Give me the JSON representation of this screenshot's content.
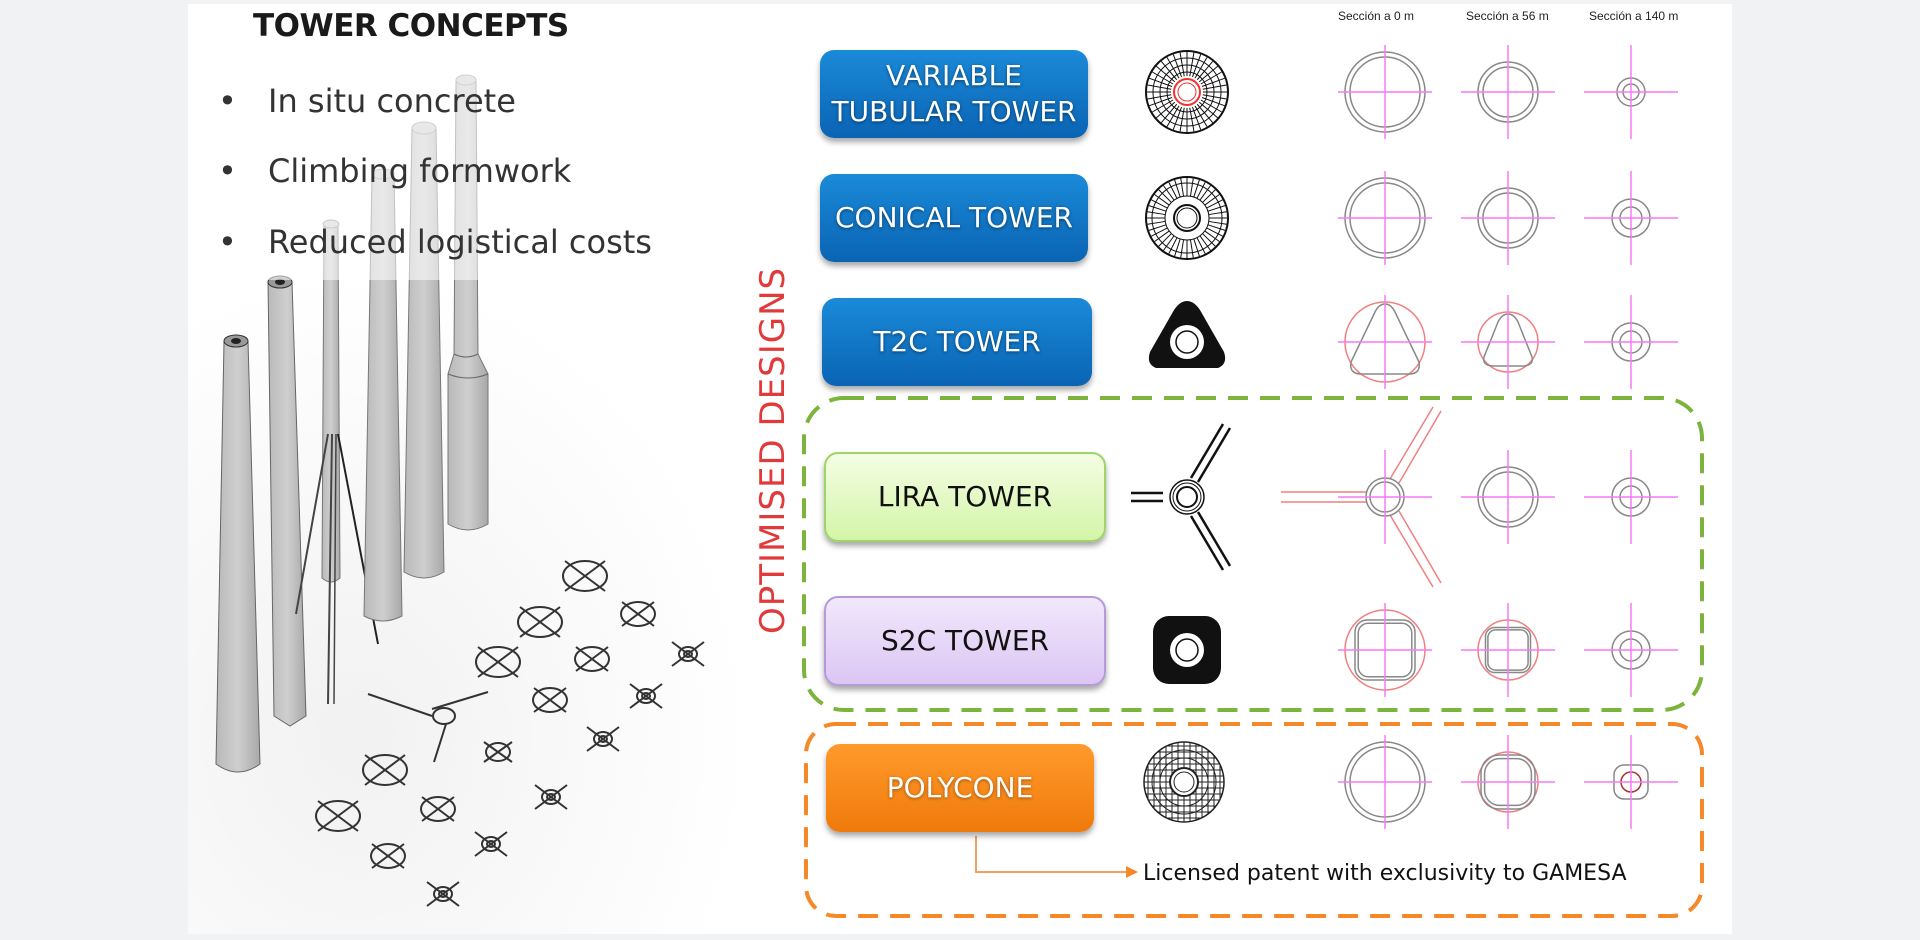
{
  "slide": {
    "title": "TOWER CONCEPTS",
    "bullets": [
      "In situ concrete",
      "Climbing formwork",
      "Reduced logistical costs"
    ],
    "section_headers": [
      "Sección a 0 m",
      "Sección a 56 m",
      "Sección a 140 m"
    ],
    "render_section_labels": [
      "Sección a 0 m.",
      "Sección a 56 m.",
      "Sección a 140 m."
    ],
    "group_label": "OPTIMISED DESIGNS",
    "towers": [
      {
        "label_line1": "VARIABLE",
        "label_line2": "TUBULAR TOWER",
        "style": "blue",
        "plan_icon": "radial-mesh-red-core-icon",
        "sections": [
          "circle",
          "circle",
          "circle-small"
        ]
      },
      {
        "label_line1": "CONICAL TOWER",
        "label_line2": "",
        "style": "blue",
        "plan_icon": "radial-spokes-icon",
        "sections": [
          "circle",
          "circle",
          "circle-small"
        ]
      },
      {
        "label_line1": "T2C TOWER",
        "label_line2": "",
        "style": "blue",
        "plan_icon": "rounded-triangle-icon",
        "sections": [
          "triangle",
          "triangle",
          "circle-small"
        ]
      },
      {
        "label_line1": "LIRA TOWER",
        "label_line2": "",
        "style": "green",
        "plan_icon": "three-leg-tripod-icon",
        "sections": [
          "tripod",
          "circle",
          "circle-small"
        ]
      },
      {
        "label_line1": "S2C TOWER",
        "label_line2": "",
        "style": "purple",
        "plan_icon": "rounded-square-icon",
        "sections": [
          "square",
          "square",
          "circle-small"
        ]
      },
      {
        "label_line1": "POLYCONE",
        "label_line2": "",
        "style": "orange",
        "plan_icon": "polycone-mesh-icon",
        "sections": [
          "circle",
          "squircle",
          "squircle-small"
        ]
      }
    ],
    "patent_note": "Licensed patent with exclusivity to GAMESA",
    "colors": {
      "blue": "#0a74c8",
      "green_group": "#7bb33c",
      "orange_group": "#f5892a",
      "group_label": "#e03a3a",
      "axis_magenta": "#f57af5",
      "outline_red": "#f08080"
    }
  }
}
